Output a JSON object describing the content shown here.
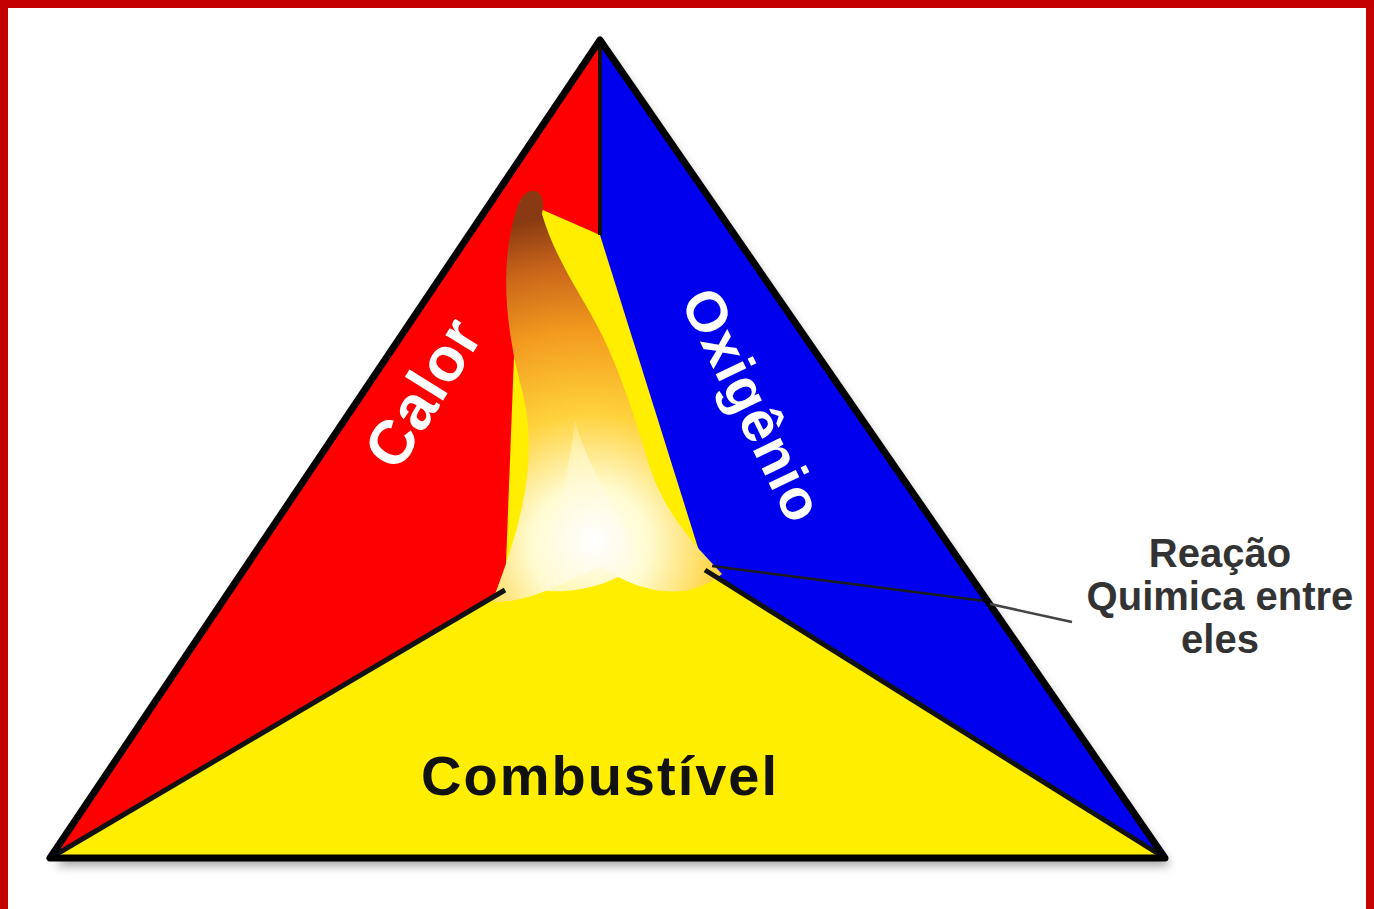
{
  "diagram": {
    "nodes": [
      {
        "text": [
          "Calor"
        ]
      },
      {
        "text": [
          "Oxigênio"
        ]
      },
      {
        "text": [
          "Combustível"
        ]
      }
    ],
    "labels": [
      "Reação Quimica entre eles"
    ]
  }
}
